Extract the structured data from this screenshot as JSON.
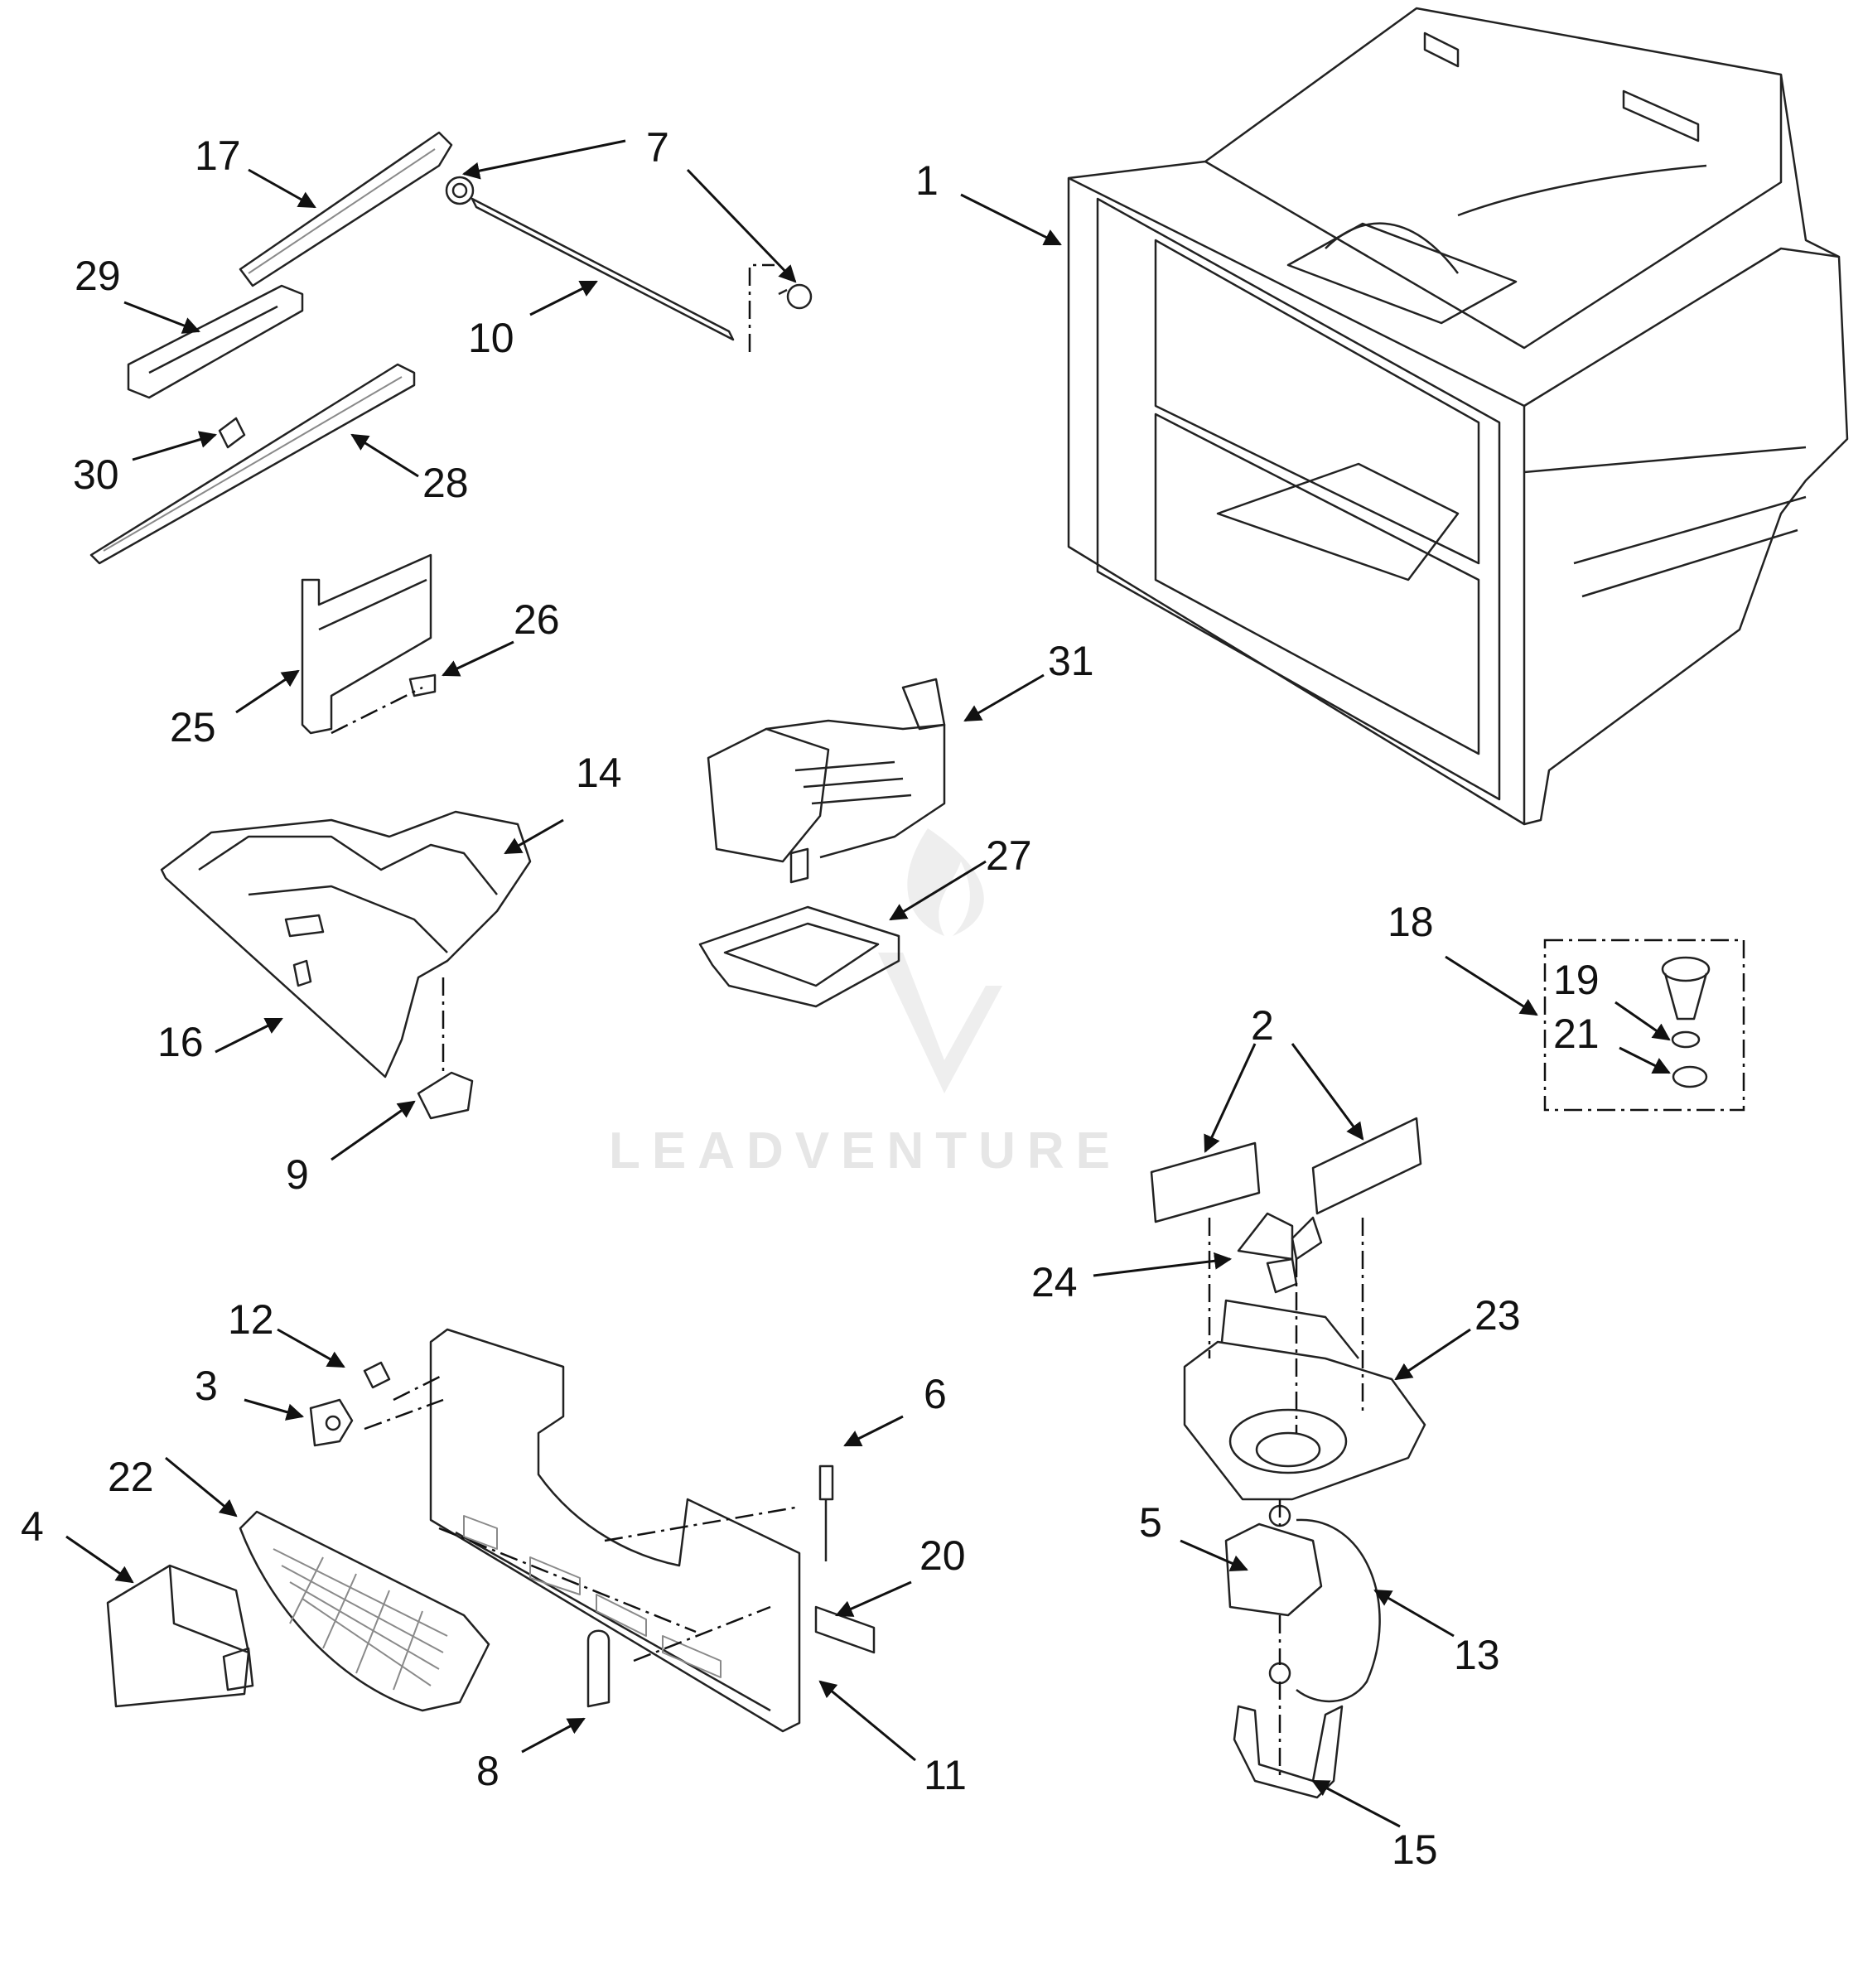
{
  "callouts": [
    "1",
    "2",
    "3",
    "4",
    "5",
    "6",
    "7",
    "8",
    "9",
    "10",
    "11",
    "12",
    "13",
    "14",
    "15",
    "16",
    "17",
    "18",
    "19",
    "20",
    "21",
    "22",
    "23",
    "24",
    "25",
    "26",
    "27",
    "28",
    "29",
    "30",
    "31"
  ],
  "watermark": {
    "text": "LEADVENTURE"
  },
  "colors": {
    "line": "#222222",
    "watermark": "#e6e6e6",
    "background": "#ffffff"
  }
}
